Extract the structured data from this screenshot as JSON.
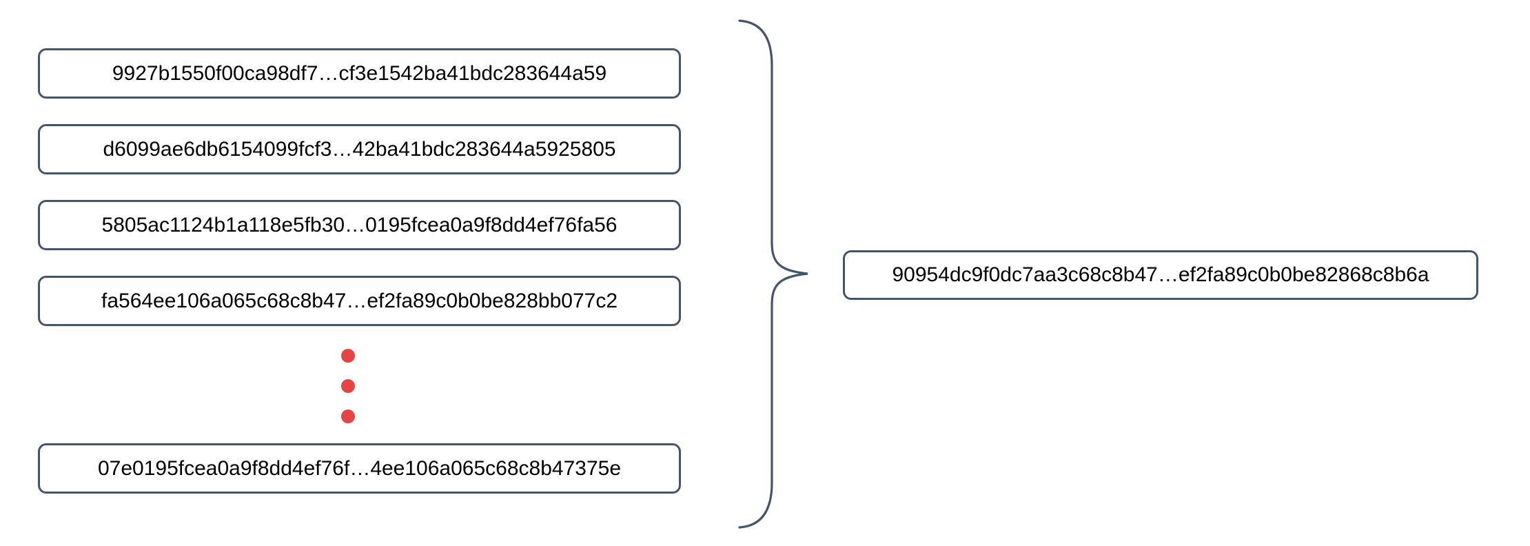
{
  "diagram": {
    "description": "Many hash strings combined (curly brace) into a single hash string",
    "left_blocks": [
      {
        "label": "9927b1550f00ca98df7…cf3e1542ba41bdc283644a59"
      },
      {
        "label": "d6099ae6db6154099fcf3…42ba41bdc283644a5925805"
      },
      {
        "label": "5805ac1124b1a118e5fb30…0195fcea0a9f8dd4ef76fa56"
      },
      {
        "label": "fa564ee106a065c68c8b47…ef2fa89c0b0be828bb077c2"
      },
      {
        "label": "07e0195fcea0a9f8dd4ef76f…4ee106a065c68c8b47375e"
      }
    ],
    "ellipsis_dot_count": 3,
    "result_block": {
      "label": "90954dc9f0dc7aa3c68c8b47…ef2fa89c0b0be82868c8b6a"
    },
    "colors": {
      "outline": "#44546a",
      "dots": "#e64444",
      "text": "#000000",
      "background": "#ffffff"
    }
  }
}
